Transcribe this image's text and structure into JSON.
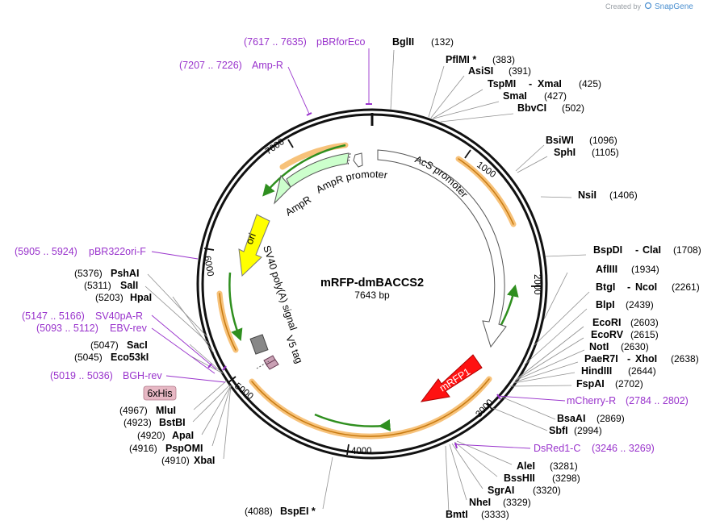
{
  "credit": {
    "prefix": "Created by",
    "brand": "SnapGene"
  },
  "plasmid": {
    "name": "mRFP-dmBACCS2",
    "size": "7643 bp"
  },
  "scale_labels": [
    "1000",
    "2000",
    "3000",
    "4000",
    "5000",
    "6000",
    "7000"
  ],
  "enzymes": {
    "BglII": {
      "name": "BglII",
      "pos": "(132)"
    },
    "PflMI": {
      "name": "PflMI *",
      "pos": "(383)"
    },
    "AsiSI": {
      "name": "AsiSI",
      "pos": "(391)"
    },
    "TspMI": {
      "name": "TspMI",
      "pos": ""
    },
    "XmaI": {
      "name": "XmaI",
      "pos": "(425)"
    },
    "SmaI": {
      "name": "SmaI",
      "pos": "(427)"
    },
    "BbvCI": {
      "name": "BbvCI",
      "pos": "(502)"
    },
    "BsiWI": {
      "name": "BsiWI",
      "pos": "(1096)"
    },
    "SphI": {
      "name": "SphI",
      "pos": "(1105)"
    },
    "NsiI": {
      "name": "NsiI",
      "pos": "(1406)"
    },
    "BspDI": {
      "name": "BspDI",
      "pos": ""
    },
    "ClaI": {
      "name": "ClaI",
      "pos": "(1708)"
    },
    "AflIII": {
      "name": "AflIII",
      "pos": "(1934)"
    },
    "BtgI": {
      "name": "BtgI",
      "pos": ""
    },
    "NcoI": {
      "name": "NcoI",
      "pos": "(2261)"
    },
    "BlpI": {
      "name": "BlpI",
      "pos": "(2439)"
    },
    "EcoRI": {
      "name": "EcoRI",
      "pos": "(2603)"
    },
    "EcoRV": {
      "name": "EcoRV",
      "pos": "(2615)"
    },
    "NotI": {
      "name": "NotI",
      "pos": "(2630)"
    },
    "PaeR7I": {
      "name": "PaeR7I",
      "pos": ""
    },
    "XhoI": {
      "name": "XhoI",
      "pos": "(2638)"
    },
    "HindIII": {
      "name": "HindIII",
      "pos": "(2644)"
    },
    "FspAI": {
      "name": "FspAI",
      "pos": "(2702)"
    },
    "BsaAI": {
      "name": "BsaAI",
      "pos": "(2869)"
    },
    "SbfI": {
      "name": "SbfI",
      "pos": "(2994)"
    },
    "AleI": {
      "name": "AleI",
      "pos": "(3281)"
    },
    "BssHII": {
      "name": "BssHII",
      "pos": "(3298)"
    },
    "SgrAI": {
      "name": "SgrAI",
      "pos": "(3320)"
    },
    "NheI": {
      "name": "NheI",
      "pos": "(3329)"
    },
    "BmtI": {
      "name": "BmtI",
      "pos": "(3333)"
    },
    "BspEI": {
      "name": "BspEI *",
      "pos": "(4088)"
    },
    "XbaI": {
      "name": "XbaI",
      "pos": "(4910)"
    },
    "PspOMI": {
      "name": "PspOMI",
      "pos": "(4916)"
    },
    "ApaI": {
      "name": "ApaI",
      "pos": "(4920)"
    },
    "BstBI": {
      "name": "BstBI",
      "pos": "(4923)"
    },
    "MluI": {
      "name": "MluI",
      "pos": "(4967)"
    },
    "Eco53kI": {
      "name": "Eco53kI",
      "pos": "(5045)"
    },
    "SacI": {
      "name": "SacI",
      "pos": "(5047)"
    },
    "HpaI": {
      "name": "HpaI",
      "pos": "(5203)"
    },
    "SalI": {
      "name": "SalI",
      "pos": "(5311)"
    },
    "PshAI": {
      "name": "PshAI",
      "pos": "(5376)"
    }
  },
  "dash": "-",
  "primers": {
    "pBRforEco": {
      "name": "pBRforEco",
      "range": "(7617 .. 7635)"
    },
    "AmpR_primer": {
      "name": "Amp-R",
      "range": "(7207 .. 7226)"
    },
    "pBR322ori": {
      "name": "pBR322ori-F",
      "range": "(5905 .. 5924)"
    },
    "SV40pA": {
      "name": "SV40pA-R",
      "range": "(5147 .. 5166)"
    },
    "EBV": {
      "name": "EBV-rev",
      "range": "(5093 .. 5112)"
    },
    "BGH": {
      "name": "BGH-rev",
      "range": "(5019 .. 5036)"
    },
    "mCherry": {
      "name": "mCherry-R",
      "range": "(2784 .. 2802)"
    },
    "DsRed1": {
      "name": "DsRed1-C",
      "range": "(3246 .. 3269)"
    }
  },
  "features": {
    "his": "6xHis",
    "ampr": "AmpR",
    "ampr_promoter": "AmpR promoter",
    "acs_promoter": "AcS promoter",
    "ori": "ori",
    "sv40": "SV40 poly(A) signal",
    "v5": "V5 tag",
    "mrfp1": "mRFP1"
  },
  "colors": {
    "backbone": "#111111",
    "primer": "#9933cc",
    "orf": "#33aa22",
    "highlight": "#f5a623",
    "ori": "#ffff00",
    "mrfp1": "#ff1111",
    "ampr": "#ccffcc",
    "his_badge": "#e7b8c4"
  }
}
